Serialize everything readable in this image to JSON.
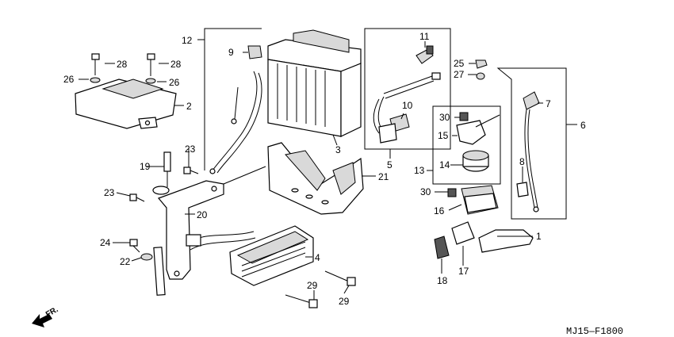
{
  "diagram_code": "MJ15—F1800",
  "direction_label": "FR.",
  "callouts": {
    "c1": "1",
    "c2": "2",
    "c3": "3",
    "c4": "4",
    "c5": "5",
    "c6": "6",
    "c7": "7",
    "c8": "8",
    "c9": "9",
    "c10": "10",
    "c11": "11",
    "c12": "12",
    "c13": "13",
    "c14": "14",
    "c15": "15",
    "c16": "16",
    "c17": "17",
    "c18": "18",
    "c19": "19",
    "c20": "20",
    "c21": "21",
    "c22": "22",
    "c23a": "23",
    "c23b": "23",
    "c24": "24",
    "c25": "25",
    "c26a": "26",
    "c26b": "26",
    "c27": "27",
    "c28a": "28",
    "c28b": "28",
    "c29a": "29",
    "c29b": "29",
    "c30a": "30",
    "c30b": "30"
  }
}
